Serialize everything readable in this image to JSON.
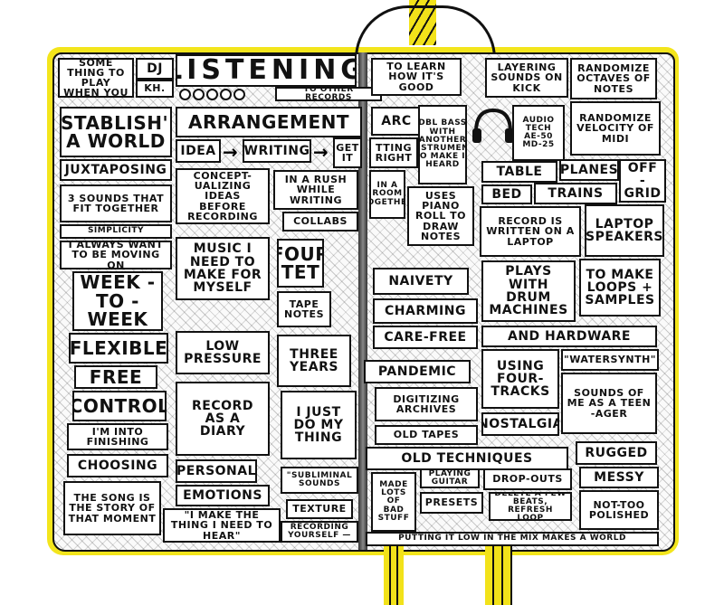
{
  "colors": {
    "cover": "#f3e51c",
    "ink": "#111111",
    "paper": "#ffffff"
  },
  "notes": {
    "something_to_play": "Some thing to play when you",
    "dj": "DJ",
    "kh": "KH.",
    "listening": "Listening",
    "to_other_records": "to other records",
    "to_learn": "to learn how it's good",
    "layering": "layering sounds on kick",
    "randomize_octaves": "randomize octaves of notes",
    "established_world": "Establish'd a world",
    "arrangement": "Arrangement",
    "arc": "Arc",
    "dbl_bass": "DBL bass with another instrument to make it heard",
    "audio_tech": "Audio tech AE-50 MD-25",
    "randomize_velocity": "randomize velocity of midi",
    "idea": "Idea",
    "writing": "writing",
    "get_it": "get it",
    "getting_right": "tting right",
    "juxtaposing": "Juxtaposing",
    "table": "table",
    "planes": "planes",
    "off_grid": "off -grid",
    "bed": "bed",
    "trains": "trains",
    "three_sounds": "3 sounds that fit together",
    "conceptualizing": "Concept- ualizing ideas before recording",
    "in_a_rush": "In a rush while writing",
    "in_a_room": "In a room together",
    "piano_roll": "Uses piano roll to draw notes",
    "record_laptop": "Record is written on a laptop",
    "laptop_speakers": "Laptop speakers",
    "simplicity": "Simplicity",
    "collabs": "Collabs",
    "always_moving": "I always want to be moving on",
    "music_myself": "Music I need to make for myself",
    "four_tet": "Four Tet",
    "naivety": "Naivety",
    "plays_drum": "Plays with drum machines",
    "loops_samples": "To make loops + samples",
    "week_to_week": "Week - to - week",
    "tape_notes": "Tape notes",
    "charming": "Charming",
    "flexible": "Flexible",
    "low_pressure": "Low pressure",
    "care_free": "Care-free",
    "and_hardware": "And hardware",
    "three_years": "Three years",
    "pandemic": "Pandemic",
    "free": "Free",
    "using_four_tracks": "Using four- tracks",
    "watersynth": "\"Watersynth\"",
    "control": "Control",
    "record_diary": "Record as a diary",
    "i_just_do": "I just do my thing",
    "digitizing": "Digitizing archives",
    "sounds_teenager": "Sounds of me as a teen -ager",
    "into_finishing": "I'm into finishing",
    "nostalgia": "Nostalgia",
    "old_tapes": "Old tapes",
    "choosing": "Choosing",
    "old_techniques": "Old techniques",
    "rugged": "Rugged",
    "personal": "Personal",
    "subliminal": "\"Subliminal sounds",
    "made_lots": "Made lots of bad stuff",
    "playing_guitar": "Playing guitar",
    "drop_outs": "Drop-outs",
    "messy": "Messy",
    "song_story": "The song is the story of that moment",
    "emotions": "Emotions",
    "presets": "Presets",
    "delete_beats": "Delete a few beats, refresh loop",
    "not_too_polished": "Not-too polished",
    "make_the_thing": "\"I make the thing I need to hear\"",
    "texture": "Texture",
    "recording_yourself": "Recording yourself —",
    "putting_it_low": "putting it low in the mix makes a world"
  }
}
